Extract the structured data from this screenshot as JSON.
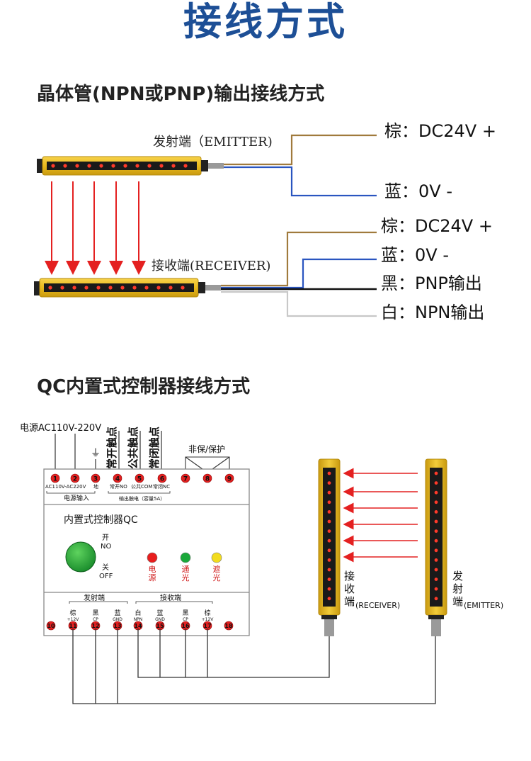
{
  "title": "接线方式",
  "section1": {
    "title": "晶体管(NPN或PNP)输出接线方式",
    "emitter_label": "发射端（EMITTER)",
    "receiver_label": "接收端(RECEIVER)",
    "emitter_wires": [
      {
        "label": "棕：DC24V +",
        "color": "#a07a3c"
      },
      {
        "label": "蓝：0V -",
        "color": "#2a55c0"
      }
    ],
    "receiver_wires": [
      {
        "label": "棕：DC24V +",
        "color": "#a07a3c"
      },
      {
        "label": "蓝：0V -",
        "color": "#2a55c0"
      },
      {
        "label": "黑：PNP输出",
        "color": "#111111"
      },
      {
        "label": "白：NPN输出",
        "color": "#c8c8c8"
      }
    ]
  },
  "section2": {
    "title": "QC内置式控制器接线方式",
    "power_label": "电源AC110V-220V",
    "top_terminals": [
      "1",
      "2",
      "3",
      "4",
      "5",
      "6",
      "7",
      "8",
      "9"
    ],
    "vertical_labels": [
      "常开触点",
      "公共触点",
      "常闭触点"
    ],
    "ground_symbol": "⏚",
    "non_protect_label": "非保/保护",
    "top_sub_labels": [
      "AC110V-AC220V",
      "地",
      "常开NO",
      "公共COM",
      "常闭NC"
    ],
    "power_input_label": "电源输入",
    "output_contact_label": "输出触电（容量5A）",
    "controller_name": "内置式控制器QC",
    "switch_on": [
      "开",
      "NO"
    ],
    "switch_off": [
      "关",
      "OFF"
    ],
    "indicators": [
      {
        "label": [
          "电",
          "源"
        ],
        "color": "#e81e1e"
      },
      {
        "label": [
          "通",
          "光"
        ],
        "color": "#1aa83a"
      },
      {
        "label": [
          "遮",
          "光"
        ],
        "color": "#f2dc1e"
      }
    ],
    "emitter_group": "发射端",
    "receiver_group": "接收端",
    "bottom_wire_labels": [
      {
        "color": "棕",
        "sig": "+12V"
      },
      {
        "color": "黑",
        "sig": "CP"
      },
      {
        "color": "蓝",
        "sig": "GND"
      },
      {
        "color": "白",
        "sig": "NPN"
      },
      {
        "color": "蓝",
        "sig": "GND"
      },
      {
        "color": "黑",
        "sig": "CP"
      },
      {
        "color": "棕",
        "sig": "+12V"
      }
    ],
    "bottom_terminals": [
      "10",
      "11",
      "12",
      "13",
      "14",
      "15",
      "16",
      "17",
      "18"
    ],
    "receiver_label": [
      "接",
      "收",
      "端"
    ],
    "receiver_label_en": "(RECEIVER)",
    "emitter_label": [
      "发",
      "射",
      "端"
    ],
    "emitter_label_en": "(EMITTER)"
  }
}
